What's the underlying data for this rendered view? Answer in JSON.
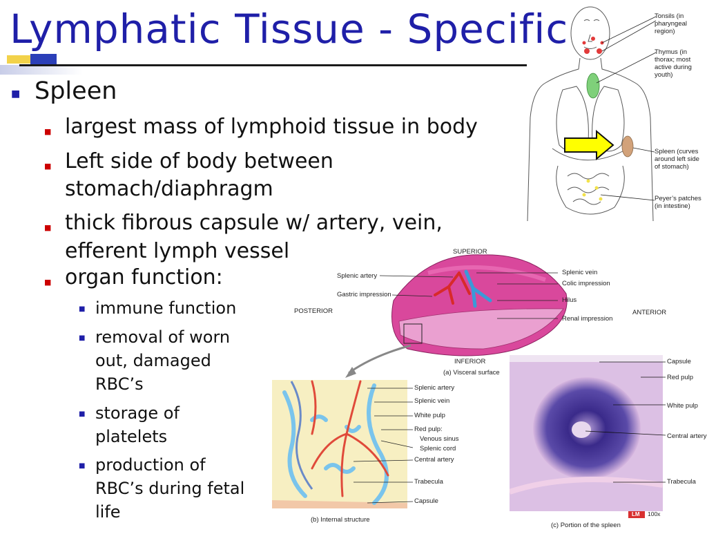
{
  "slide": {
    "title": "Lymphatic Tissue - Specific",
    "bullets": {
      "main": "Spleen",
      "sub": [
        "largest mass of lymphoid tissue in body",
        "Left side of body between",
        "stomach/diaphragm",
        "thick fibrous capsule w/  artery, vein,",
        "efferent lymph vessel",
        "organ function:"
      ],
      "functions": [
        "immune function",
        "removal of worn",
        "out, damaged",
        "RBC’s",
        "storage of",
        "platelets",
        "production of",
        "RBC’s during fetal",
        "life"
      ]
    }
  },
  "figure_body": {
    "labels": {
      "tonsils": [
        "Tonsils (in",
        "pharyngeal",
        "region)"
      ],
      "thymus": [
        "Thymus (in",
        "thorax; most",
        "active during",
        "youth)"
      ],
      "spleen": [
        "Spleen (curves",
        "around left side",
        "of stomach)"
      ],
      "peyers": [
        "Peyer’s patches",
        "(in intestine)"
      ]
    }
  },
  "figure_visceral": {
    "superior": "SUPERIOR",
    "inferior": "INFERIOR",
    "posterior": "POSTERIOR",
    "anterior": "ANTERIOR",
    "splenic_artery": "Splenic artery",
    "gastric_impression": "Gastric impression",
    "splenic_vein": "Splenic vein",
    "colic_impression": "Colic impression",
    "hilus": "Hilus",
    "renal_impression": "Renal impression",
    "caption": "(a) Visceral surface"
  },
  "figure_internal": {
    "splenic_artery": "Splenic artery",
    "splenic_vein": "Splenic vein",
    "white_pulp": "White pulp",
    "red_pulp": "Red pulp:",
    "venous_sinus": "Venous sinus",
    "splenic_cord": "Splenic cord",
    "central_artery": "Central artery",
    "trabecula": "Trabecula",
    "capsule": "Capsule",
    "caption": "(b) Internal structure"
  },
  "figure_micrograph": {
    "capsule": "Capsule",
    "red_pulp": "Red pulp",
    "white_pulp": "White pulp",
    "central_artery": "Central artery",
    "trabecula": "Trabecula",
    "lm_badge": "LM",
    "magnification": "100x",
    "caption": "(c) Portion of the spleen"
  },
  "colors": {
    "title": "#1f1fa8",
    "bullet_level1": "#1f1fa8",
    "bullet_level2": "#cc0000",
    "arrow_fill": "#ffff00",
    "spleen_pink": "#d9489c"
  }
}
